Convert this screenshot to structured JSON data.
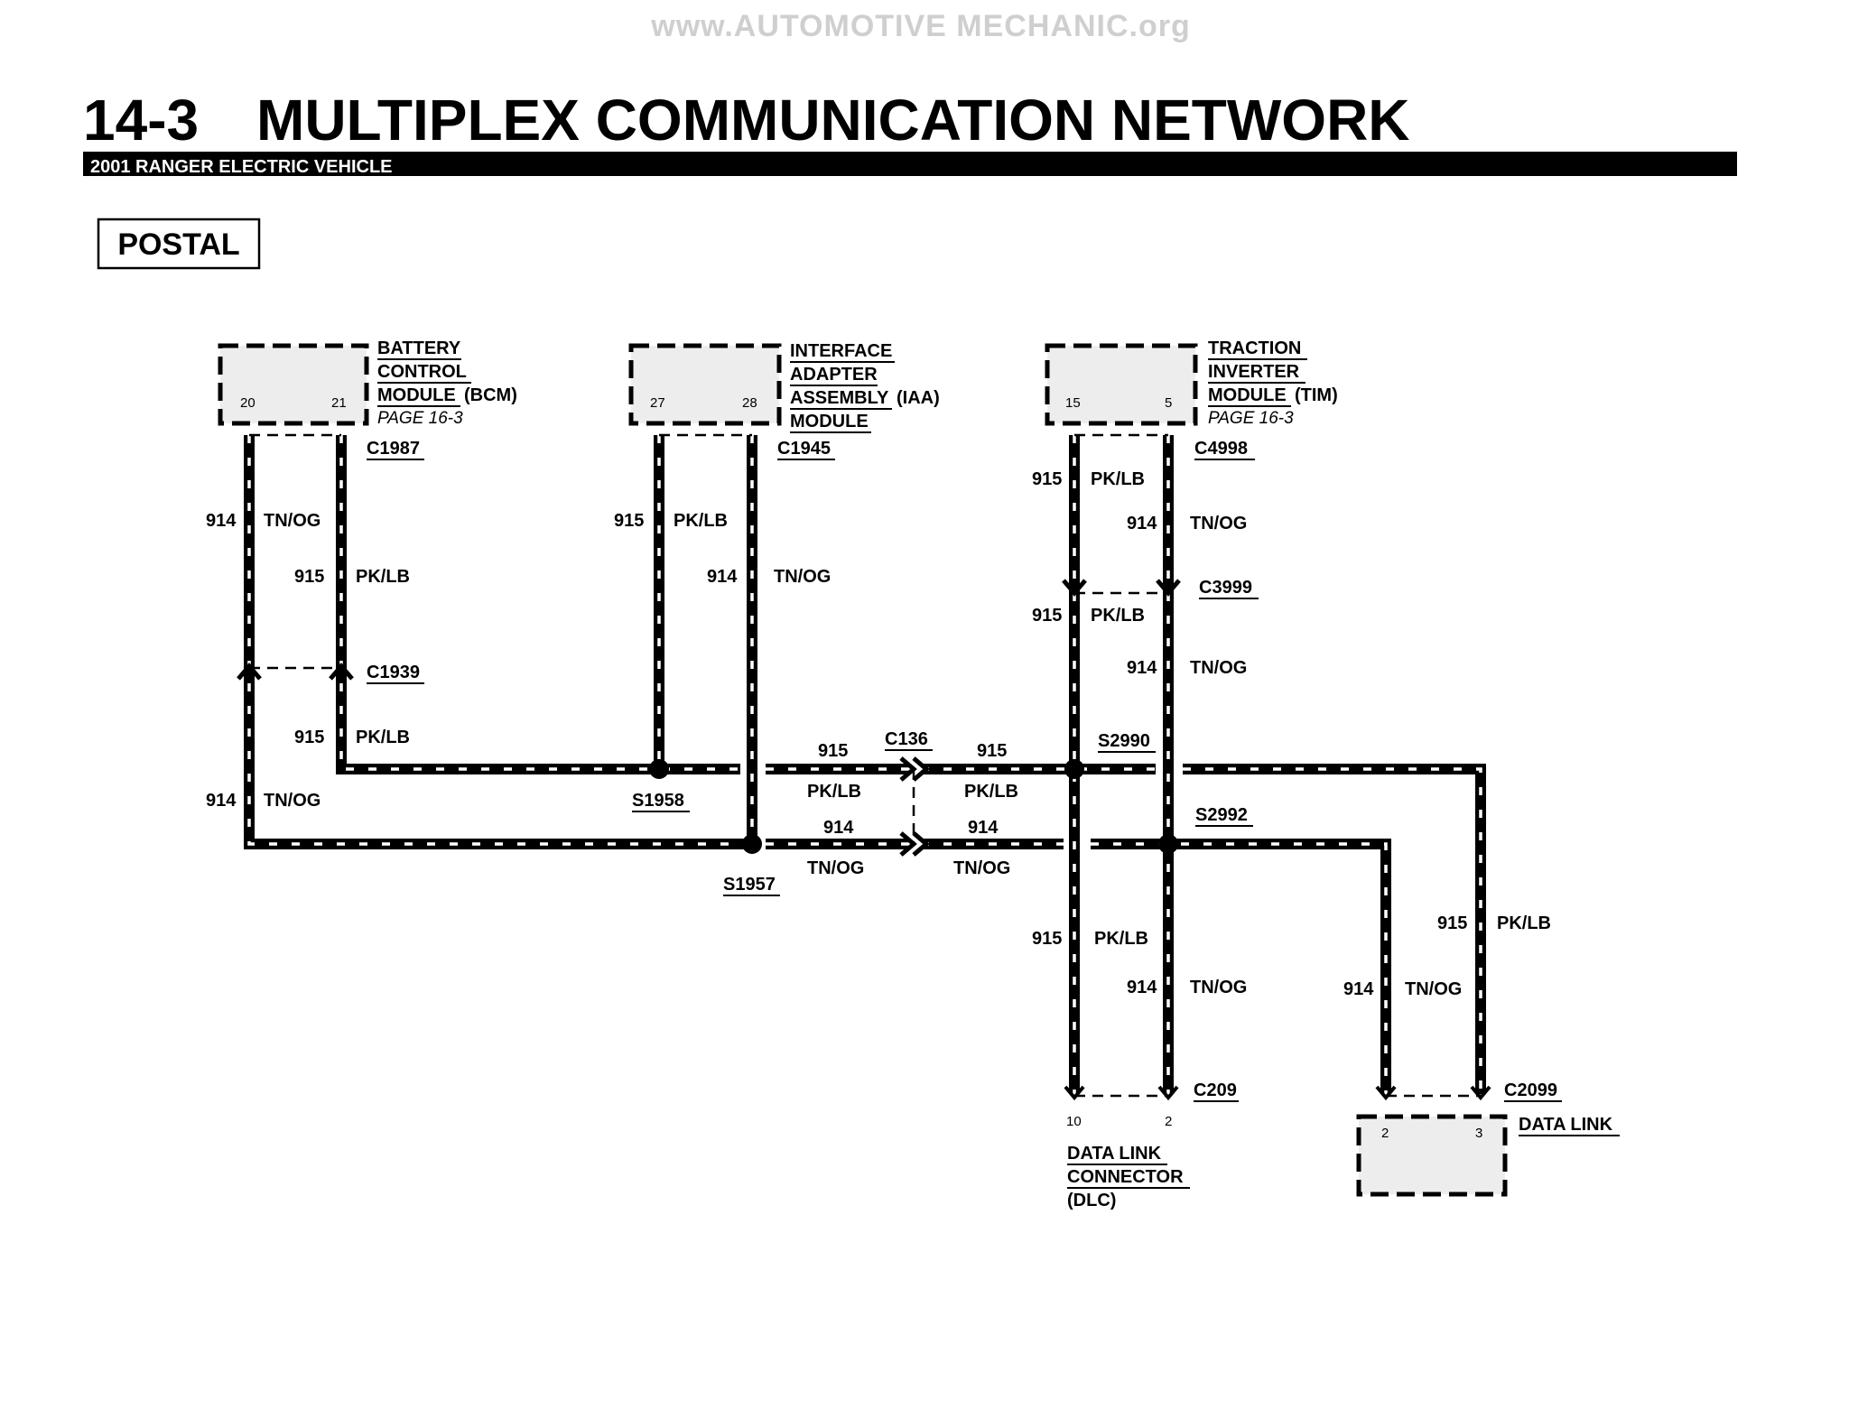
{
  "watermark": "www.AUTOMOTIVE MECHANIC.org",
  "header": {
    "number": "14-3",
    "title": "MULTIPLEX COMMUNICATION NETWORK",
    "subtitle": "2001 RANGER ELECTRIC VEHICLE"
  },
  "section_tag": "POSTAL",
  "modules": {
    "bcm": {
      "lines": [
        "BATTERY",
        "CONTROL",
        "MODULE"
      ],
      "abbr": "(BCM)",
      "page": "PAGE 16-3",
      "pins": [
        "20",
        "21"
      ]
    },
    "iaa": {
      "lines": [
        "INTERFACE",
        "ADAPTER",
        "ASSEMBLY",
        "MODULE"
      ],
      "abbr": "(IAA)",
      "pins": [
        "27",
        "28"
      ]
    },
    "tim": {
      "lines": [
        "TRACTION",
        "INVERTER",
        "MODULE"
      ],
      "abbr": "(TIM)",
      "page": "PAGE 16-3",
      "pins": [
        "15",
        "5"
      ]
    },
    "dlc": {
      "lines": [
        "DATA LINK",
        "CONNECTOR"
      ],
      "abbr": "(DLC)",
      "pins": [
        "10",
        "2"
      ]
    },
    "datalink": {
      "label": "DATA LINK",
      "pins": [
        "2",
        "3"
      ]
    }
  },
  "connectors": {
    "c1987": "C1987",
    "c1945": "C1945",
    "c4998": "C4998",
    "c3999": "C3999",
    "c1939": "C1939",
    "c136": "C136",
    "c209": "C209",
    "c2099": "C2099"
  },
  "splices": {
    "s1958": "S1958",
    "s1957": "S1957",
    "s2990": "S2990",
    "s2992": "S2992"
  },
  "circuits": {
    "c914": "914",
    "c915": "915",
    "tnog": "TN/OG",
    "pklb": "PK/LB"
  }
}
